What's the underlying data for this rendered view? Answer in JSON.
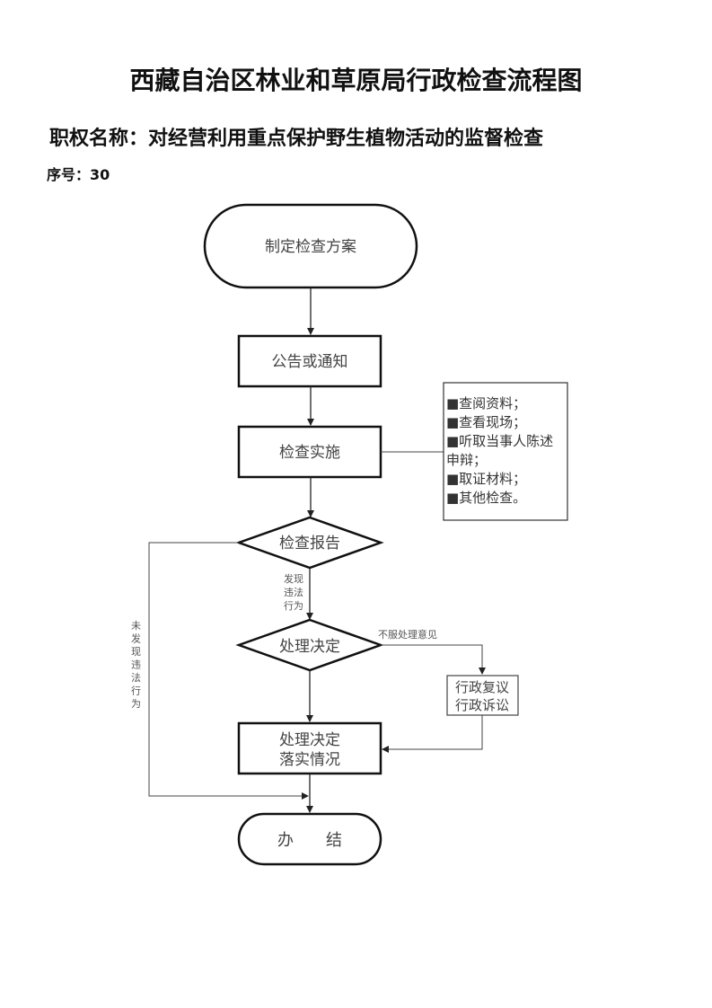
{
  "header": {
    "title": "西藏自治区林业和草原局行政检查流程图",
    "subtitle": "职权名称：对经营利用重点保护野生植物活动的监督检查",
    "serial": "序号：30"
  },
  "flow": {
    "start": "制定检查方案",
    "notice": "公告或通知",
    "implement": "检查实施",
    "report": "检查报告",
    "decision": "处理决定",
    "review_line1": "行政复议",
    "review_line2": "行政诉讼",
    "execute_line1": "处理决定",
    "execute_line2": "落实情况",
    "end": "办　　结",
    "methods": [
      "■查阅资料；",
      "■查看现场；",
      "■听取当事人陈述",
      "申辩；",
      "■取证材料；",
      "■其他检查。"
    ],
    "edge_found_line1": "发现",
    "edge_found_line2": "违法",
    "edge_found_line3": "行为",
    "edge_objection": "不服处理意见",
    "edge_not_found": [
      "未",
      "发",
      "现",
      "违",
      "法",
      "行",
      "为"
    ]
  }
}
